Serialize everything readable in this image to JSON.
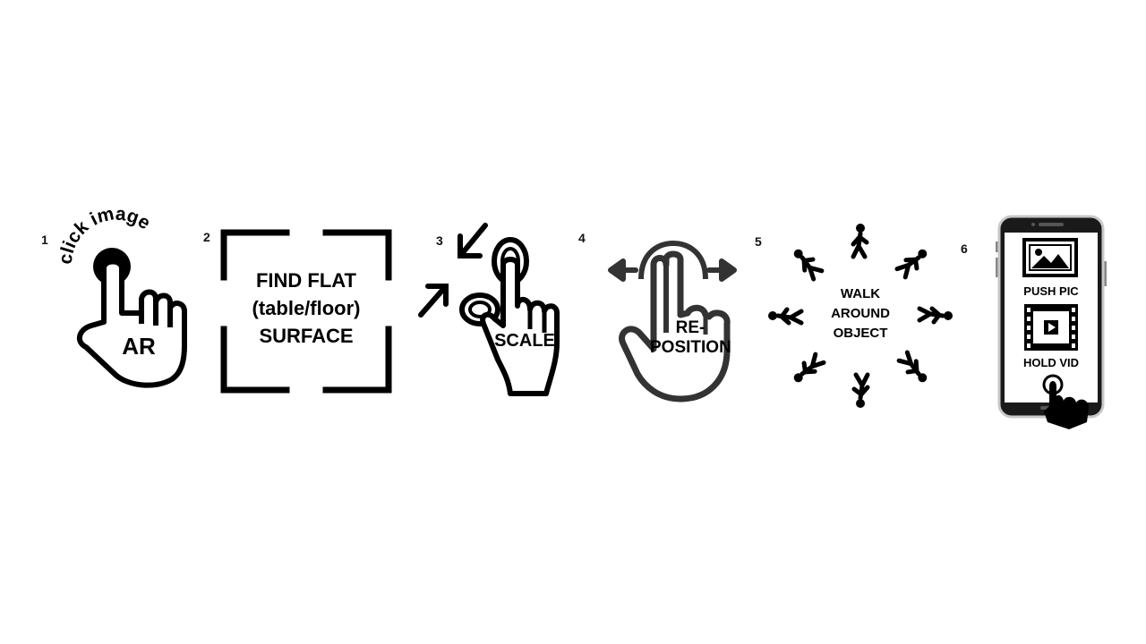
{
  "steps": [
    {
      "number": "1",
      "curved_text": "click image",
      "label": "AR",
      "icon": "tap-hand-icon"
    },
    {
      "number": "2",
      "label_lines": [
        "FIND FLAT",
        "(table/floor)",
        "SURFACE"
      ],
      "icon": "viewfinder-frame-icon"
    },
    {
      "number": "3",
      "label": "SCALE",
      "icon": "pinch-hand-icon"
    },
    {
      "number": "4",
      "label_lines": [
        "RE-",
        "POSITION"
      ],
      "icon": "two-finger-drag-hand-icon"
    },
    {
      "number": "5",
      "label_lines": [
        "WALK",
        "AROUND",
        "OBJECT"
      ],
      "icon": "walking-circle-icon"
    },
    {
      "number": "6",
      "label_top": "PUSH PIC",
      "label_bottom": "HOLD VID",
      "icon": "smartphone-icon"
    }
  ],
  "colors": {
    "ink": "#000000",
    "dark_gray": "#333333",
    "phone_frame": "#1a1a1a",
    "phone_silver": "#c8c8c8"
  }
}
